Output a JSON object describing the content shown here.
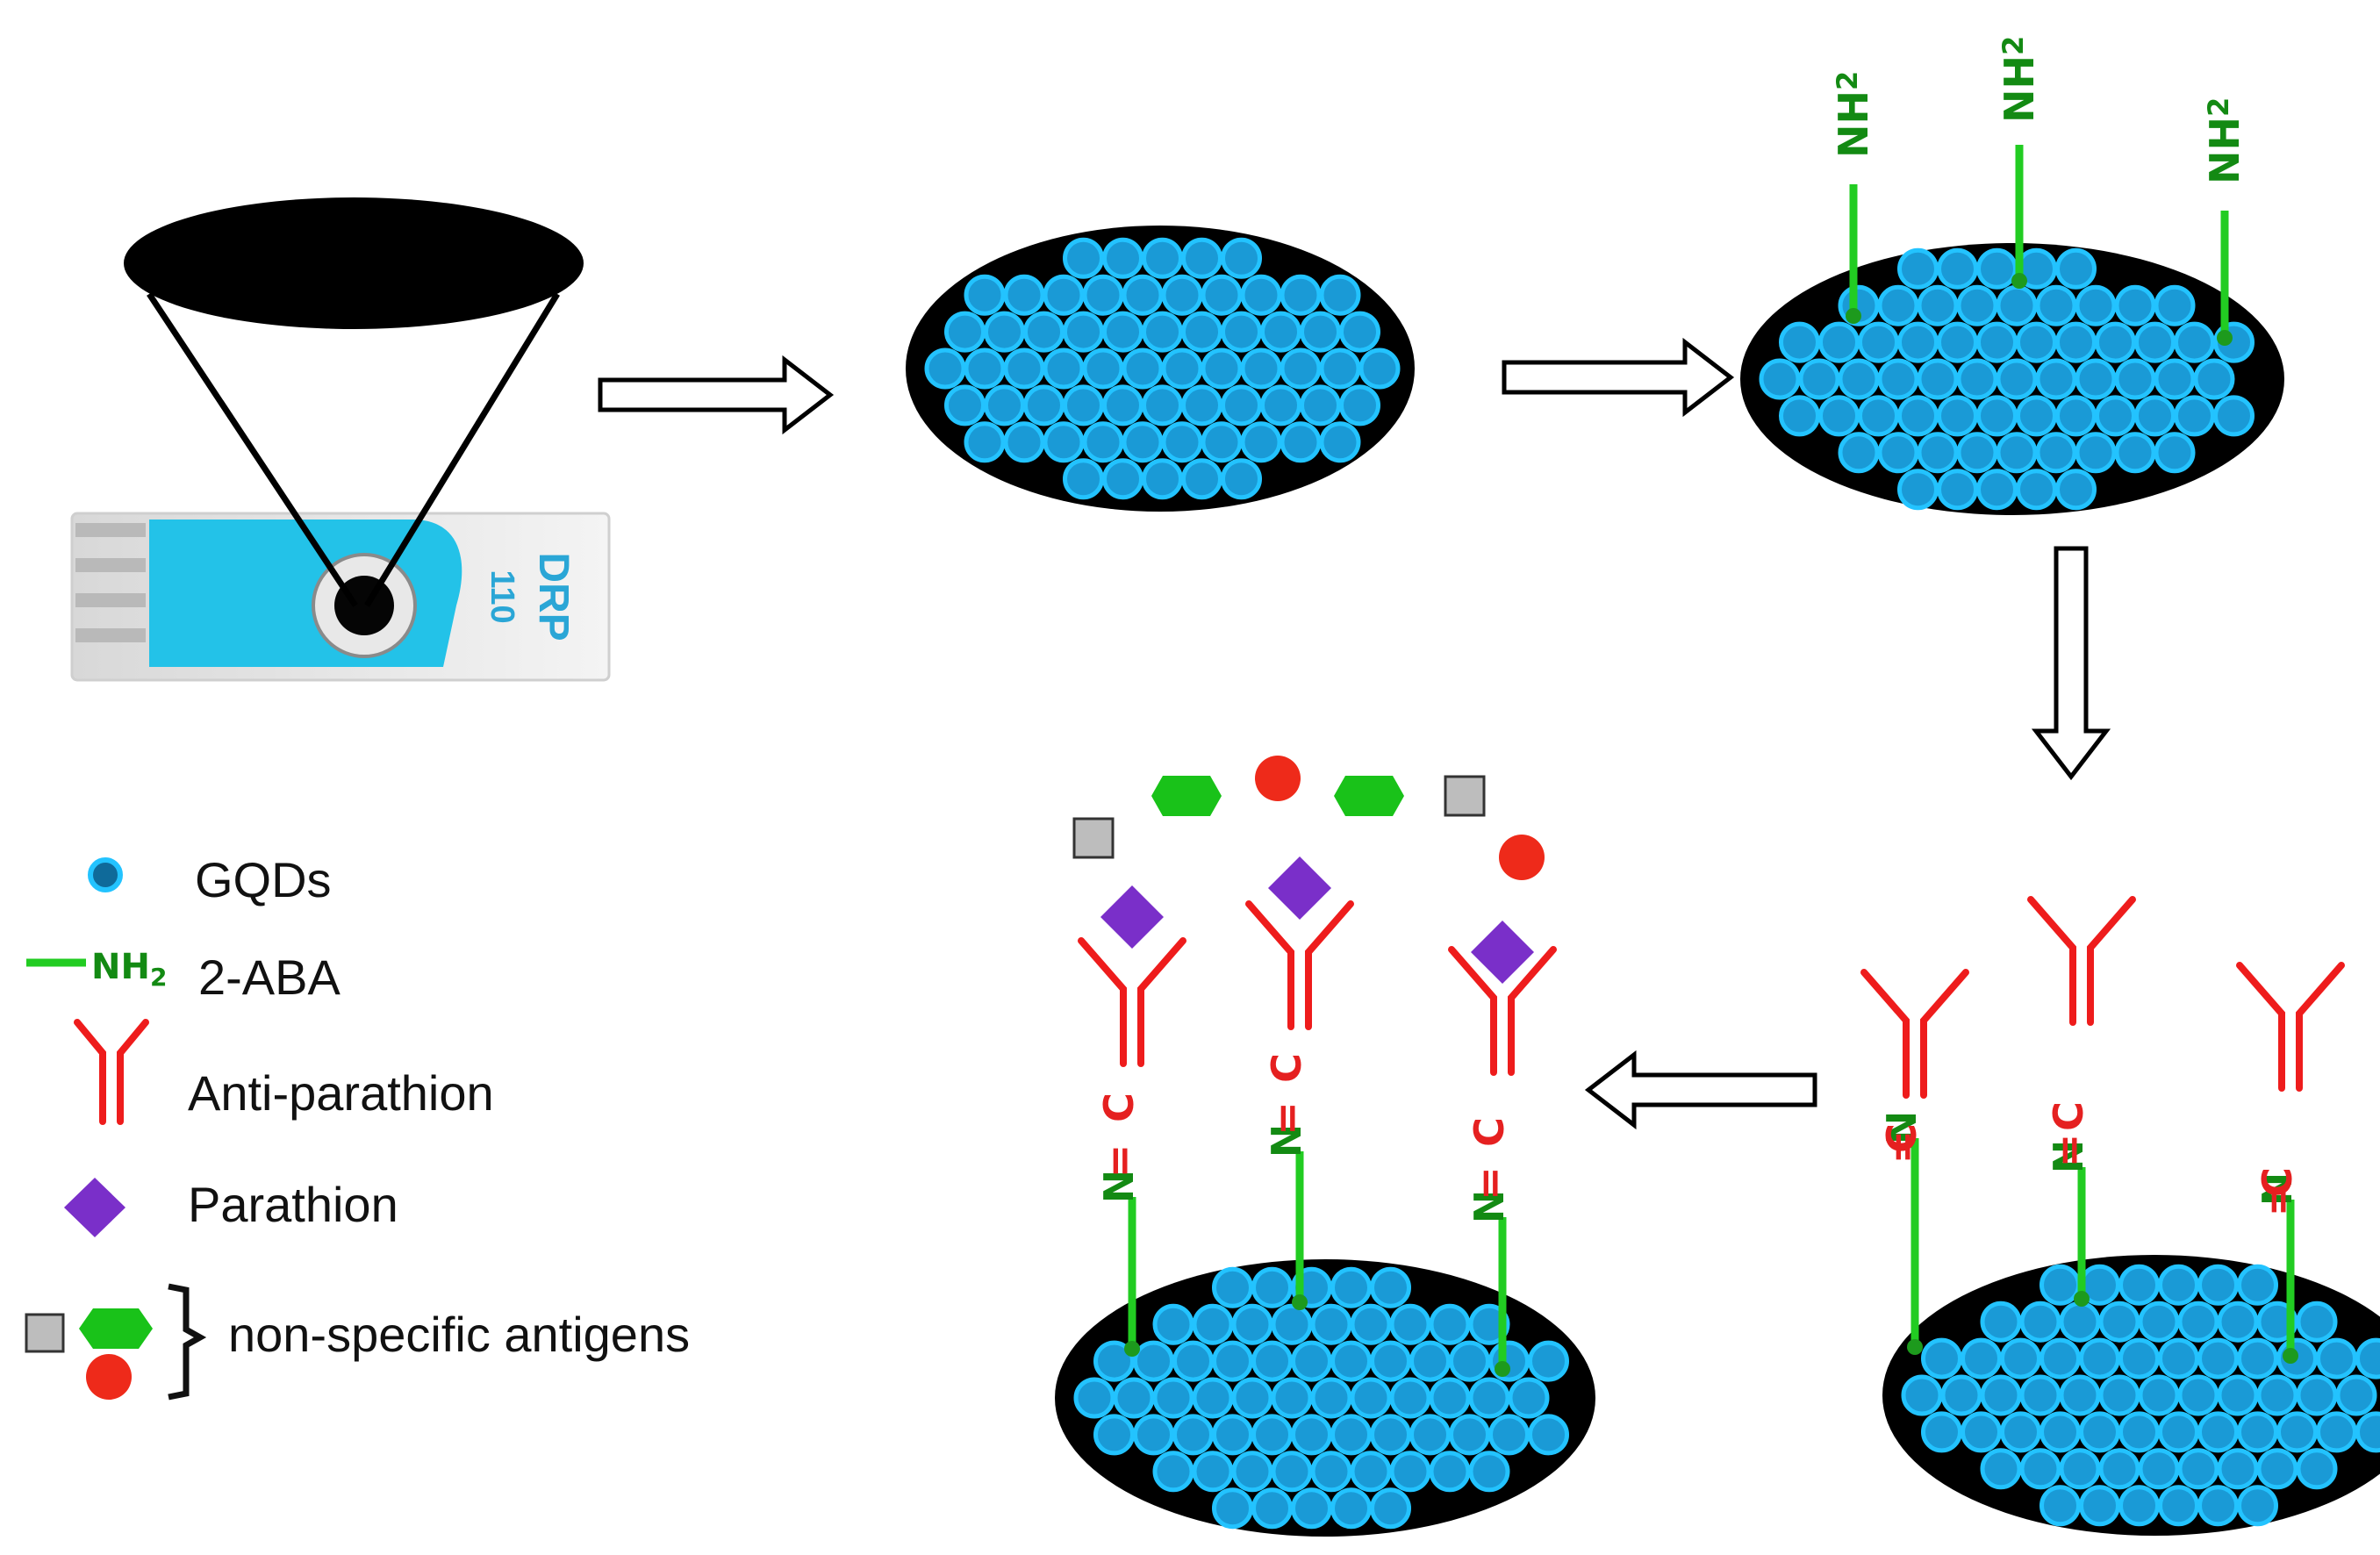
{
  "colors": {
    "gqd_fill": "#1a9ad6",
    "gqd_stroke": "#23c3ff",
    "electrode": "#000000",
    "linker": "#22cc22",
    "nh2_text": "#138a13",
    "antibody": "#ee1c1c",
    "imine_text": "#e52020",
    "parathion": "#7a2fc9",
    "antigen_green": "#19c219",
    "antigen_red": "#ee2a1a",
    "antigen_gray": "#bdbdbd"
  },
  "electrode": {
    "label_number": "110",
    "label_brand": "DRP"
  },
  "chem": {
    "nh2": "NH",
    "sub2": "2",
    "imine_n": "N",
    "imine_c": "C",
    "imine_bond": "="
  },
  "legend": {
    "gqds": "GQDs",
    "aba_icon_text": "NH",
    "aba_icon_sub": "2",
    "aba": "2-ABA",
    "antibody": "Anti-parathion",
    "parathion": "Parathion",
    "nonspecific": "non-specific antigens"
  },
  "icons": {
    "arrow": "hollow-arrow-icon",
    "gqd": "gqd-circle-icon",
    "antibody": "y-antibody-icon",
    "parathion": "diamond-icon",
    "antigens": [
      "square-icon",
      "hexagon-icon",
      "circle-icon"
    ]
  }
}
